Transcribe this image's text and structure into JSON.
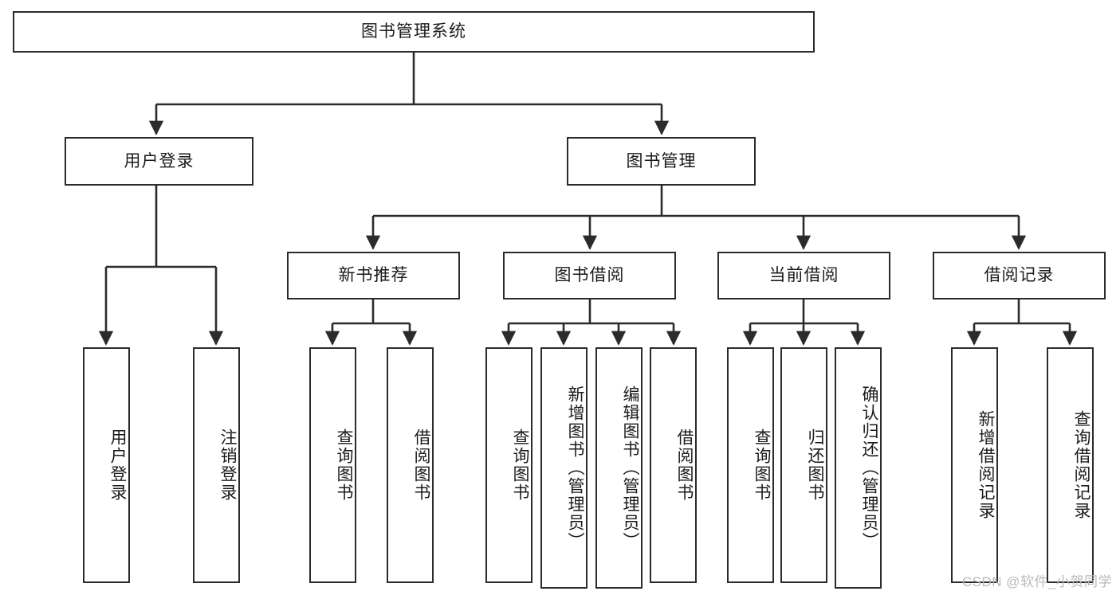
{
  "diagram": {
    "title": "图书管理系统",
    "type": "hierarchy-tree",
    "style": {
      "box_border": "#2b2b2b",
      "box_fill": "#ffffff",
      "text_color": "#1b1b1b",
      "background": "#ffffff",
      "watermark_color": "#b9b9b9"
    },
    "levels": {
      "level1": [
        "图书管理系统"
      ],
      "level2": [
        "用户登录",
        "图书管理"
      ],
      "level3": [
        "新书推荐",
        "图书借阅",
        "当前借阅",
        "借阅记录"
      ],
      "level4": [
        "用户登录",
        "注销登录",
        "查询图书",
        "借阅图书",
        "查询图书",
        "新增图书（管理员）",
        "编辑图书（管理员）",
        "借阅图书",
        "查询图书",
        "归还图书",
        "确认归还（管理员）",
        "新增借阅记录",
        "查询借阅记录"
      ]
    },
    "nodes": {
      "root": {
        "label": "图书管理系统"
      },
      "user_login": {
        "label": "用户登录"
      },
      "book_mgmt": {
        "label": "图书管理"
      },
      "new_book_rec": {
        "label": "新书推荐"
      },
      "book_borrow": {
        "label": "图书借阅"
      },
      "current_borrow": {
        "label": "当前借阅"
      },
      "borrow_record": {
        "label": "借阅记录"
      },
      "leaf_user_login": {
        "label": "用户登录"
      },
      "leaf_logout": {
        "label": "注销登录"
      },
      "leaf_query_book_1": {
        "label": "查询图书"
      },
      "leaf_borrow_book_1": {
        "label": "借阅图书"
      },
      "leaf_query_book_2": {
        "label": "查询图书"
      },
      "leaf_add_book": {
        "label": "新增图书（管理员）"
      },
      "leaf_edit_book": {
        "label": "编辑图书（管理员）"
      },
      "leaf_borrow_book_2": {
        "label": "借阅图书"
      },
      "leaf_query_book_3": {
        "label": "查询图书"
      },
      "leaf_return_book": {
        "label": "归还图书"
      },
      "leaf_confirm_return": {
        "label": "确认归还（管理员）"
      },
      "leaf_add_record": {
        "label": "新增借阅记录"
      },
      "leaf_query_record": {
        "label": "查询借阅记录"
      }
    }
  },
  "watermark": {
    "text": "CSDN @软件_小贺同学"
  }
}
